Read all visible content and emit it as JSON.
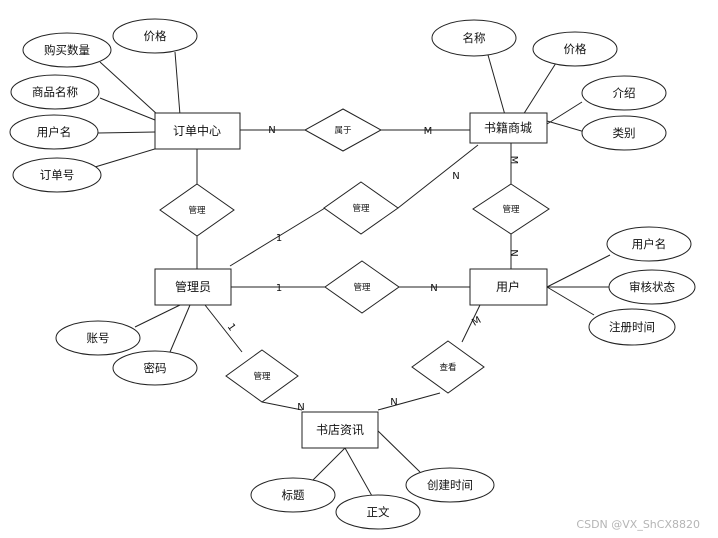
{
  "entities": {
    "order_center": "订单中心",
    "book_mall": "书籍商城",
    "admin": "管理员",
    "user": "用户",
    "bookstore_news": "书店资讯"
  },
  "attributes": {
    "order_price": "价格",
    "purchase_qty": "购买数量",
    "product_name": "商品名称",
    "order_username": "用户名",
    "order_no": "订单号",
    "mall_name": "名称",
    "mall_price": "价格",
    "mall_intro": "介绍",
    "mall_category": "类别",
    "admin_account": "账号",
    "admin_password": "密码",
    "user_username": "用户名",
    "user_review_status": "审核状态",
    "user_register_time": "注册时间",
    "news_title": "标题",
    "news_body": "正文",
    "news_created_time": "创建时间"
  },
  "relationships": {
    "belongs_to": "属于",
    "admin_manages_order": "管理",
    "admin_manages_mall": "管理",
    "mall_managed_by_user": "管理",
    "admin_manages_user": "管理",
    "admin_manages_news": "管理",
    "user_views_news": "查看"
  },
  "cardinalities": {
    "order_belongs": "N",
    "mall_belongs": "M",
    "mall_admin_n": "N",
    "admin_mall_1": "1",
    "mall_user_m": "M",
    "user_mall_n": "N",
    "admin_user_1": "1",
    "user_admin_n": "N",
    "admin_news_1": "1",
    "news_admin_n": "N",
    "news_user_n": "N",
    "user_news_m": "M"
  },
  "watermark": "CSDN @VX_ShCX8820"
}
